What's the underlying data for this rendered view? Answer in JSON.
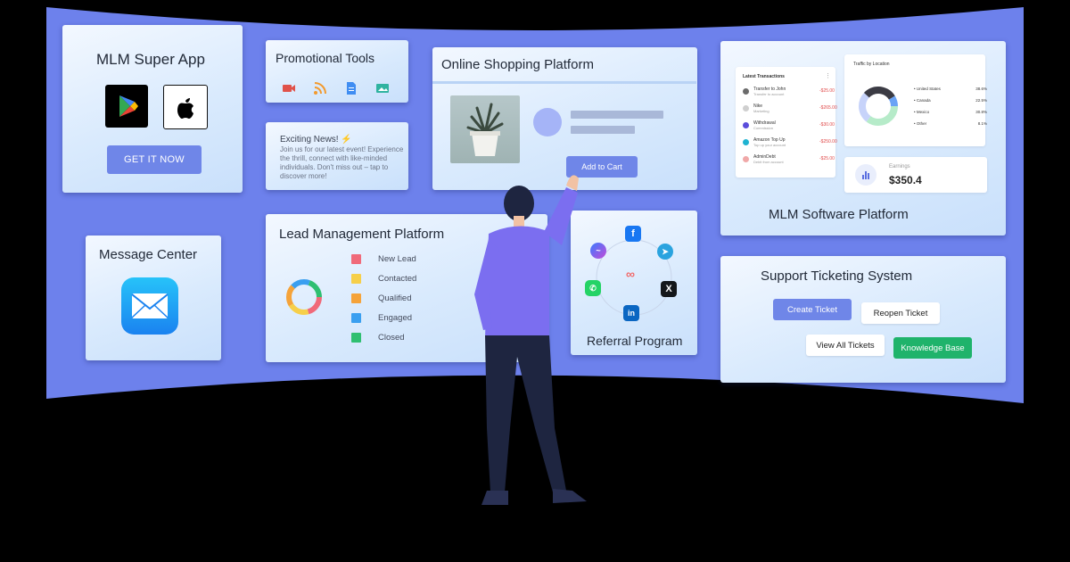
{
  "colors": {
    "wall": "#6d81ec",
    "accent": "#6f86e8",
    "green": "#1fb36b",
    "card_text": "#222a38"
  },
  "mlm_super_app": {
    "title": "MLM Super App",
    "store_icons": [
      "google-play-icon",
      "apple-icon"
    ],
    "button": "GET IT NOW"
  },
  "promotional_tools": {
    "title": "Promotional Tools",
    "icons": [
      "video-icon",
      "rss-icon",
      "document-icon",
      "image-icon"
    ]
  },
  "exciting_news": {
    "heading": "Exciting News! ⚡",
    "body": "Join us for our latest event! Experience the thrill, connect with like-minded individuals. Don't miss out – tap to discover more!"
  },
  "online_shopping": {
    "title": "Online Shopping Platform",
    "button": "Add to Cart"
  },
  "mlm_software": {
    "title": "MLM Software Platform",
    "transactions": {
      "title": "Latest Transactions",
      "rows": [
        {
          "name": "Transfer to John",
          "sub": "Transfer to account",
          "amount": "-$25.00",
          "color": "#6b6b6b"
        },
        {
          "name": "Nike",
          "sub": "Marketing",
          "amount": "-$265.00",
          "color": "#cfcfcf"
        },
        {
          "name": "Withdrawal",
          "sub": "Commission",
          "amount": "-$30.00",
          "color": "#5b4ddb"
        },
        {
          "name": "Amazon Top Up",
          "sub": "Top up your account",
          "amount": "-$250.00",
          "color": "#1fb3d1"
        },
        {
          "name": "AdminDebt",
          "sub": "Debit from account",
          "amount": "-$25.00",
          "color": "#f0a8a8"
        }
      ]
    },
    "traffic": {
      "title": "Traffic by Location",
      "rows": [
        {
          "label": "United States",
          "value": "38.6%"
        },
        {
          "label": "Canada",
          "value": "22.5%"
        },
        {
          "label": "Mexico",
          "value": "30.8%"
        },
        {
          "label": "Other",
          "value": "8.1%"
        }
      ]
    },
    "earnings": {
      "label": "Earnings",
      "value": "$350.4"
    }
  },
  "message_center": {
    "title": "Message Center"
  },
  "lead_management": {
    "title": "Lead Management Platform",
    "items": [
      {
        "label": "New Lead",
        "color": "#f06a7a"
      },
      {
        "label": "Contacted",
        "color": "#f6cf4a"
      },
      {
        "label": "Qualified",
        "color": "#f5a33a"
      },
      {
        "label": "Engaged",
        "color": "#3a9ff0"
      },
      {
        "label": "Closed",
        "color": "#2fbf71"
      }
    ]
  },
  "referral_program": {
    "title": "Referral Program",
    "icons": [
      "messenger-icon",
      "facebook-icon",
      "telegram-icon",
      "whatsapp-icon",
      "link-icon",
      "x-icon",
      "linkedin-icon"
    ]
  },
  "support_ticketing": {
    "title": "Support Ticketing System",
    "buttons": {
      "create": "Create Ticket",
      "reopen": "Reopen Ticket",
      "view_all": "View All Tickets",
      "knowledge": "Knowledge Base"
    }
  }
}
